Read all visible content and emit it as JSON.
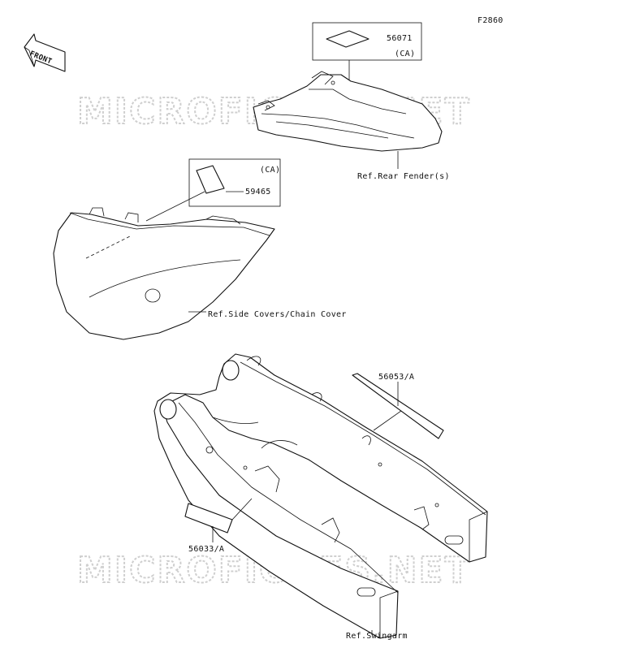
{
  "diagram": {
    "figure_code": "F2860",
    "front_arrow_label": "FRONT",
    "watermark": "MICROFICHES.NET",
    "colors": {
      "line": "#111111",
      "watermark": "#cfcfcf",
      "background": "#ffffff"
    },
    "callouts": {
      "p56071": "56071",
      "p56071_ca": "(CA)",
      "p59465": "59465",
      "p59465_ca": "(CA)",
      "p56053": "56053/A",
      "p56033": "56033/A"
    },
    "refs": {
      "rear_fender": "Ref.Rear Fender(s)",
      "side_covers": "Ref.Side Covers/Chain Cover",
      "swingarm": "Ref.Swingarm"
    }
  }
}
